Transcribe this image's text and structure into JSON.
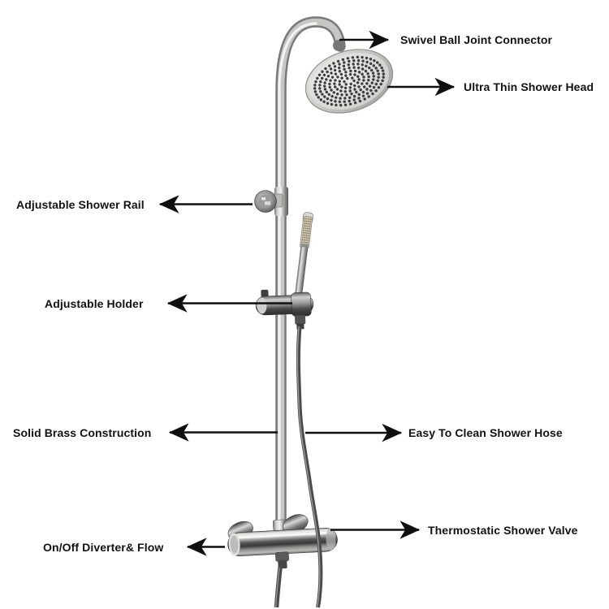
{
  "canvas": {
    "background": "#ffffff"
  },
  "style": {
    "label_color": "#121212",
    "arrow_color": "#0f0f0f",
    "chrome_light": "#f2f2f0",
    "chrome_mid": "#a9a9a7",
    "chrome_dark": "#4c4c4e",
    "wand_face": "#cbc2aa",
    "hose_color": "#4b4b49"
  },
  "labels": [
    {
      "id": "swivel-ball-joint-connector",
      "text": "Swivel Ball Joint Connector",
      "side": "right"
    },
    {
      "id": "ultra-thin-shower-head",
      "text": "Ultra Thin Shower Head",
      "side": "right"
    },
    {
      "id": "adjustable-shower-rail",
      "text": "Adjustable Shower Rail",
      "side": "left"
    },
    {
      "id": "adjustable-holder",
      "text": "Adjustable Holder",
      "side": "left"
    },
    {
      "id": "solid-brass-construction",
      "text": "Solid Brass Construction",
      "side": "left"
    },
    {
      "id": "easy-to-clean-shower-hose",
      "text": "Easy To Clean Shower Hose",
      "side": "right"
    },
    {
      "id": "thermostatic-shower-valve",
      "text": "Thermostatic Shower Valve",
      "side": "right"
    },
    {
      "id": "on-off-diverter-flow",
      "text": "On/Off Diverter& Flow",
      "side": "left"
    }
  ]
}
